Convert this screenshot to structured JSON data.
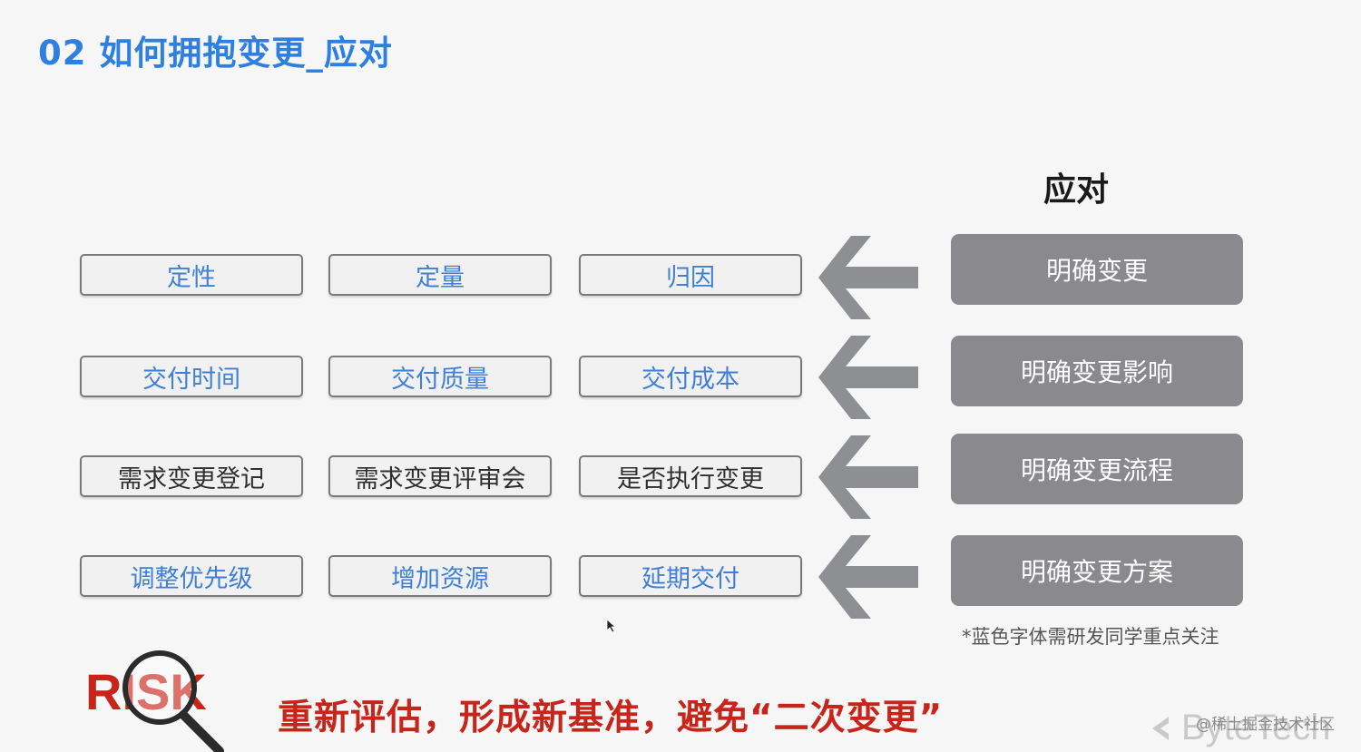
{
  "slide": {
    "title": "02 如何拥抱变更_应对",
    "column_header": "应对"
  },
  "rows": [
    {
      "items": [
        {
          "label": "定性",
          "style": "blue"
        },
        {
          "label": "定量",
          "style": "blue"
        },
        {
          "label": "归因",
          "style": "blue"
        }
      ],
      "response": "明确变更"
    },
    {
      "items": [
        {
          "label": "交付时间",
          "style": "blue"
        },
        {
          "label": "交付质量",
          "style": "blue"
        },
        {
          "label": "交付成本",
          "style": "blue"
        }
      ],
      "response": "明确变更影响"
    },
    {
      "items": [
        {
          "label": "需求变更登记",
          "style": "dark"
        },
        {
          "label": "需求变更评审会",
          "style": "dark"
        },
        {
          "label": "是否执行变更",
          "style": "dark"
        }
      ],
      "response": "明确变更流程"
    },
    {
      "items": [
        {
          "label": "调整优先级",
          "style": "blue"
        },
        {
          "label": "增加资源",
          "style": "blue"
        },
        {
          "label": "延期交付",
          "style": "blue"
        }
      ],
      "response": "明确变更方案"
    }
  ],
  "note": "*蓝色字体需研发同学重点关注",
  "risk": {
    "logo_text": "RISK",
    "statement": "重新评估，形成新基准，避免“二次变更”"
  },
  "footer": {
    "brand": "ByteTech",
    "watermark": "@稀土掘金技术社区"
  },
  "colors": {
    "title_blue": "#2d7fe0",
    "label_blue": "#3f7fd6",
    "response_gray": "#8a8a8e",
    "arrow_gray": "#8e8f93",
    "risk_red": "#c8251a"
  },
  "icons": [
    "left-arrow-icon",
    "magnifier-icon",
    "bytetech-logo-icon",
    "cursor-icon"
  ]
}
